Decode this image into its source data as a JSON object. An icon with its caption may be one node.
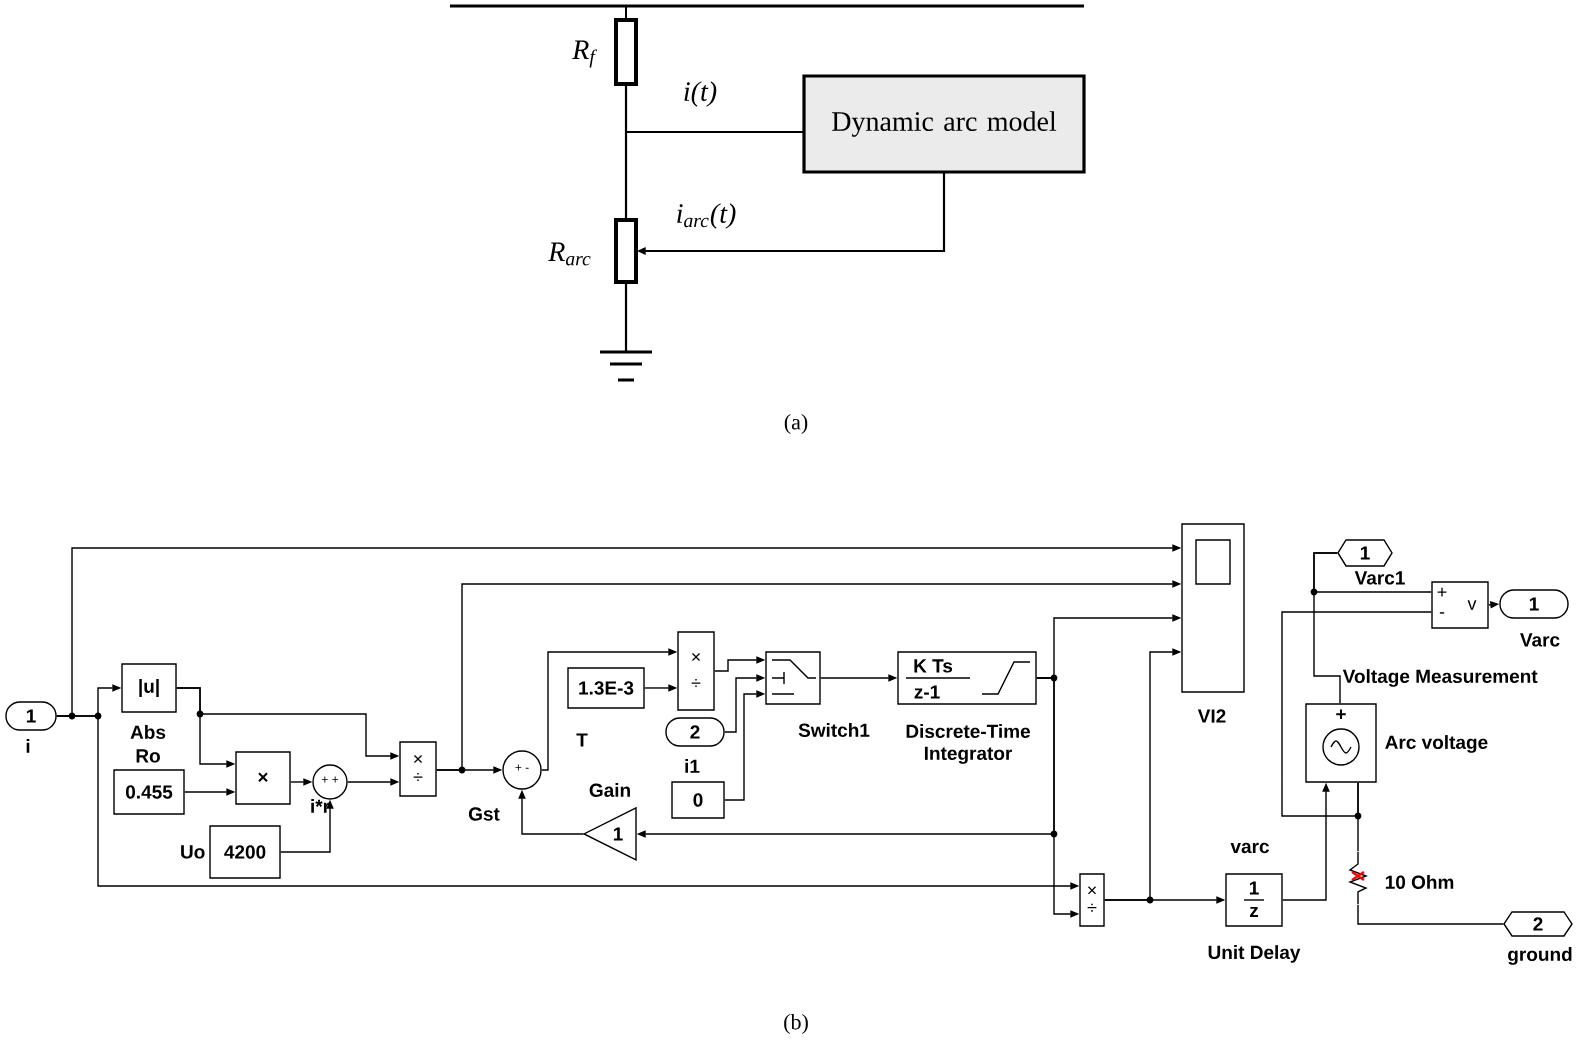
{
  "diagram": {
    "nodes": [
      {
        "text": [],
        "shape": "resistor",
        "beside": [
          "R$_{f}$"
        ]
      },
      {
        "text": [],
        "shape": "resistor",
        "beside": [
          "R$_{arc}$"
        ]
      },
      {
        "text": [
          "Dynamic arc model"
        ]
      },
      {
        "text": [
          "1"
        ],
        "beside": [
          "i"
        ]
      },
      {
        "text": [
          "|u|"
        ],
        "beside": [
          "Abs"
        ]
      },
      {
        "text": [
          "0.455"
        ],
        "beside": [
          "Ro"
        ]
      },
      {
        "text": [
          "×"
        ]
      },
      {
        "text": [
          "+ +"
        ],
        "beside": [
          "i*r"
        ]
      },
      {
        "text": [
          "4200"
        ],
        "beside": [
          "Uo"
        ]
      },
      {
        "text": [
          "×",
          "÷"
        ]
      },
      {
        "text": [
          "+ -"
        ]
      },
      {
        "text": [
          "1.3E-3"
        ],
        "beside": [
          "T"
        ]
      },
      {
        "text": [
          "×",
          "÷"
        ]
      },
      {
        "text": [
          "2"
        ],
        "beside": [
          "i1"
        ]
      },
      {
        "text": [
          "0"
        ]
      },
      {
        "text": [],
        "shape": "box",
        "beside": [
          "Switch1"
        ]
      },
      {
        "text": [
          "K Ts",
          "z-1"
        ],
        "beside": [
          "Discrete-Time Integrator"
        ]
      },
      {
        "text": [
          "1"
        ],
        "beside": [
          "Gain"
        ]
      },
      {
        "text": [],
        "shape": "box",
        "beside": [
          "VI2"
        ]
      },
      {
        "text": [
          "×",
          "÷"
        ]
      },
      {
        "text": [
          "1",
          "z"
        ],
        "beside": [
          "Unit Delay"
        ]
      },
      {
        "text": [
          "1"
        ],
        "beside": [
          "Varc1"
        ]
      },
      {
        "text": [
          "+",
          "-",
          "v"
        ]
      },
      {
        "text": [
          "1"
        ],
        "beside": [
          "Varc"
        ]
      },
      {
        "text": [
          "+"
        ],
        "beside": [
          "Arc voltage"
        ]
      },
      {
        "text": [],
        "shape": "resistor",
        "beside": [
          "10 Ohm"
        ]
      },
      {
        "text": [
          "2"
        ],
        "beside": [
          "ground"
        ]
      },
      {
        "text": [],
        "shape": "ground"
      }
    ],
    "edges": [
      {
        "from": 0,
        "to": 1,
        "arrow": "none"
      },
      {
        "from": null,
        "to": 2,
        "arrow": "none",
        "label": "i(t)"
      },
      {
        "from": 2,
        "to": 1,
        "arrow": "to",
        "label": "i$_{arc}$(t)"
      },
      {
        "from": 3,
        "to": 18,
        "arrow": "to"
      },
      {
        "from": 3,
        "to": 4,
        "arrow": "to"
      },
      {
        "from": 3,
        "to": 19,
        "arrow": "to"
      },
      {
        "from": 4,
        "to": 6,
        "arrow": "to"
      },
      {
        "from": 4,
        "to": 9,
        "arrow": "to"
      },
      {
        "from": 5,
        "to": 6,
        "arrow": "to"
      },
      {
        "from": 6,
        "to": 7,
        "arrow": "to"
      },
      {
        "from": 8,
        "to": 7,
        "arrow": "to"
      },
      {
        "from": 7,
        "to": 9,
        "arrow": "to"
      },
      {
        "from": 9,
        "to": 10,
        "arrow": "to"
      },
      {
        "from": 9,
        "to": 18,
        "arrow": "to"
      },
      {
        "from": 10,
        "to": 12,
        "arrow": "to"
      },
      {
        "from": 11,
        "to": 12,
        "arrow": "to"
      },
      {
        "from": 12,
        "to": 15,
        "arrow": "to"
      },
      {
        "from": 13,
        "to": 15,
        "arrow": "to"
      },
      {
        "from": 14,
        "to": 15,
        "arrow": "to"
      },
      {
        "from": 15,
        "to": 16,
        "arrow": "to"
      },
      {
        "from": 16,
        "to": 18,
        "arrow": "to"
      },
      {
        "from": 16,
        "to": 17,
        "arrow": "to"
      },
      {
        "from": 16,
        "to": 19,
        "arrow": "to"
      },
      {
        "from": 17,
        "to": 10,
        "arrow": "to"
      },
      {
        "from": 19,
        "to": 18,
        "arrow": "to"
      },
      {
        "from": 19,
        "to": 20,
        "arrow": "to"
      },
      {
        "from": 20,
        "to": 24,
        "arrow": "to"
      },
      {
        "from": 21,
        "to": 22,
        "arrow": "none"
      },
      {
        "from": 21,
        "to": 24,
        "arrow": "none"
      },
      {
        "from": 22,
        "to": 23,
        "arrow": "to"
      },
      {
        "from": 24,
        "to": 22,
        "arrow": "none"
      },
      {
        "from": 24,
        "to": 25,
        "arrow": "none"
      },
      {
        "from": 25,
        "to": 26,
        "arrow": "none"
      },
      {
        "from": 1,
        "to": 27,
        "arrow": "none"
      }
    ],
    "labels": [
      "(a)",
      "Voltage Measurement",
      "Gst",
      "varc",
      "(b)"
    ]
  }
}
